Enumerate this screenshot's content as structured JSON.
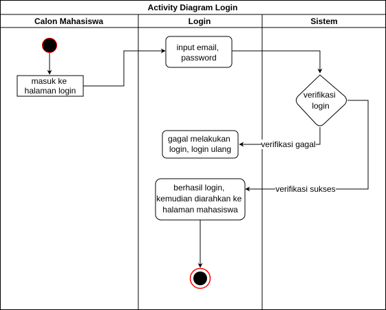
{
  "diagram": {
    "title": "Activity Diagram Login",
    "lanes": [
      {
        "id": "calon",
        "label": "Calon Mahasiswa"
      },
      {
        "id": "login",
        "label": "Login"
      },
      {
        "id": "sistem",
        "label": "Sistem"
      }
    ],
    "nodes": {
      "masuk": {
        "lines": [
          "masuk ke",
          "halaman login"
        ]
      },
      "input": {
        "lines": [
          "input  email,",
          "password"
        ]
      },
      "verifikasi": {
        "lines": [
          "verifikasi",
          "login"
        ]
      },
      "gagal": {
        "lines": [
          "gagal melakukan",
          "login, login ulang"
        ]
      },
      "berhasil": {
        "lines": [
          "berhasil login,",
          "kemudian diarahkan ke",
          "halaman mahasiswa"
        ]
      }
    },
    "edges": {
      "gagal_label": "verifikasi gagal",
      "sukses_label": "verifikasi sukses"
    },
    "colors": {
      "stroke": "#000000",
      "start_fill": "#000000",
      "start_ring": "#ff0000",
      "end_ring": "#ff0000",
      "background": "#ffffff"
    }
  }
}
